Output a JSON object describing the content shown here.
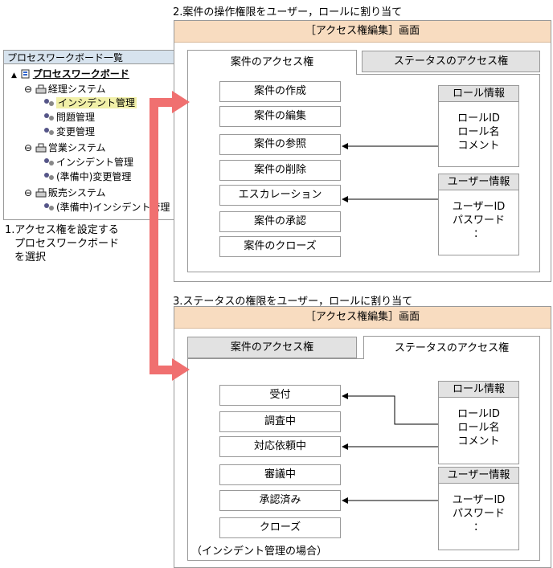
{
  "left": {
    "header": "プロセスワークボード一覧",
    "root": "プロセスワークボード",
    "systems": [
      {
        "name": "経理システム",
        "items": [
          "インシデント管理",
          "問題管理",
          "変更管理"
        ]
      },
      {
        "name": "営業システム",
        "items": [
          "インシデント管理",
          "(準備中)変更管理"
        ]
      },
      {
        "name": "販売システム",
        "items": [
          "(準備中)インシデント管理"
        ]
      }
    ],
    "step1": [
      "1.アクセス権を設定する",
      "プロセスワークボード",
      "を選択"
    ]
  },
  "step2": {
    "caption": "2.案件の操作権限をユーザー，ロールに割り当て",
    "title": "［アクセス権編集］画面",
    "tabs": [
      "案件のアクセス権",
      "ステータスのアクセス権"
    ],
    "perms": [
      "案件の作成",
      "案件の編集",
      "案件の参照",
      "案件の削除",
      "エスカレーション",
      "案件の承認",
      "案件のクローズ"
    ]
  },
  "step3": {
    "caption": "3.ステータスの権限をユーザー，ロールに割り当て",
    "title": "［アクセス権編集］画面",
    "tabs": [
      "案件のアクセス権",
      "ステータスのアクセス権"
    ],
    "statuses": [
      "受付",
      "調査中",
      "対応依頼中",
      "審議中",
      "承認済み",
      "クローズ"
    ],
    "note": "（インシデント管理の場合）"
  },
  "role_info": {
    "title": "ロール情報",
    "lines": [
      "ロールID",
      "ロール名",
      "コメント"
    ]
  },
  "user_info": {
    "title": "ユーザー情報",
    "lines": [
      "ユーザーID",
      "パスワード",
      "："
    ]
  },
  "colors": {
    "arrow": "#f07070",
    "title_bg": "#f8dcc0",
    "selected": "#f1f0a8"
  }
}
